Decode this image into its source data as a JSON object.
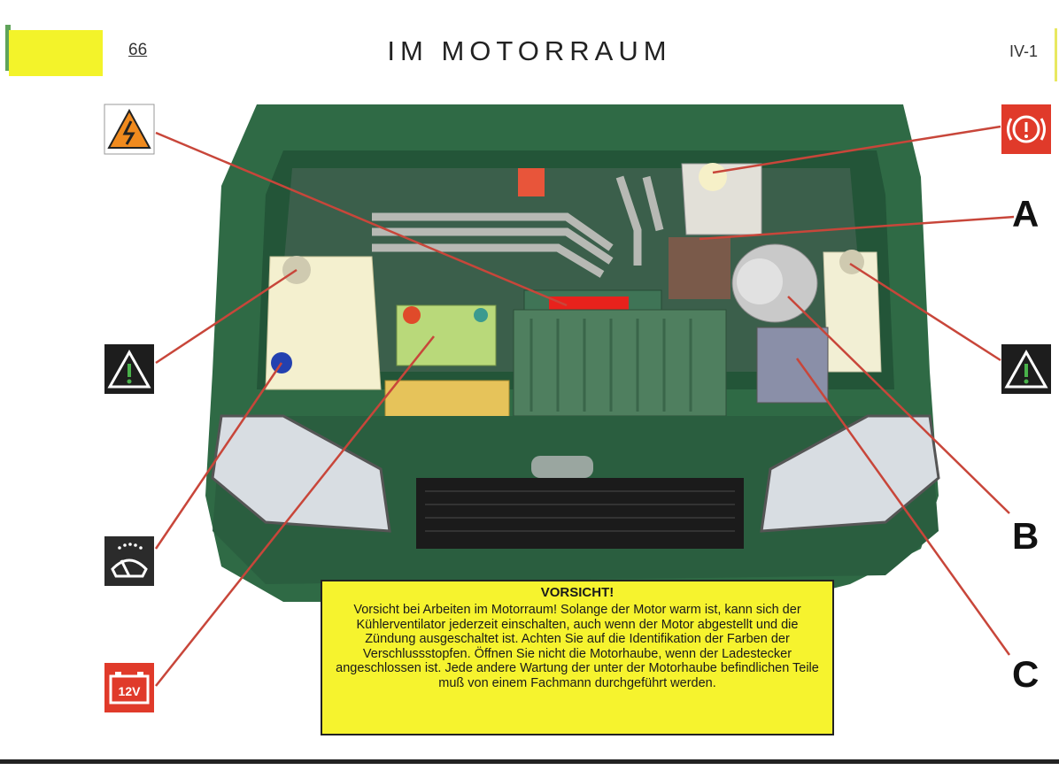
{
  "header": {
    "page_number": "66",
    "title": "IM MOTORRAUM",
    "section": "IV-1"
  },
  "callouts": {
    "a": "A",
    "b": "B",
    "c": "C"
  },
  "icons": {
    "high_voltage": {
      "name": "high-voltage-warning-icon",
      "color": "#f08a1e"
    },
    "brake": {
      "name": "brake-warning-icon",
      "color": "#e03a2a"
    },
    "coolant_left": {
      "name": "warning-triangle-icon",
      "color": "#1d1d1d"
    },
    "coolant_right": {
      "name": "warning-triangle-icon",
      "color": "#1d1d1d"
    },
    "washer": {
      "name": "windscreen-washer-icon",
      "color": "#2b2b2b"
    },
    "battery": {
      "name": "battery-12v-icon",
      "label": "12V",
      "color": "#e03a2a"
    }
  },
  "warning": {
    "title": "VORSICHT!",
    "text": "Vorsicht bei Arbeiten im Motorraum! Solange der Motor warm ist, kann sich der Kühlerventilator jederzeit einschalten, auch wenn der Motor abgestellt und die Zündung ausgeschaltet ist. Achten Sie auf die Identifikation der Farben der Verschlussstopfen. Öffnen Sie nicht die Motorhaube, wenn der Ladestecker angeschlossen ist. Jede andere Wartung der unter der Motorhaube befindlichen Teile muß von einem Fachmann durchgeführt werden.",
    "color": "#f6f32e"
  },
  "colors": {
    "car_body": "#2f6a45",
    "accent_yellow": "#f3f32a"
  }
}
